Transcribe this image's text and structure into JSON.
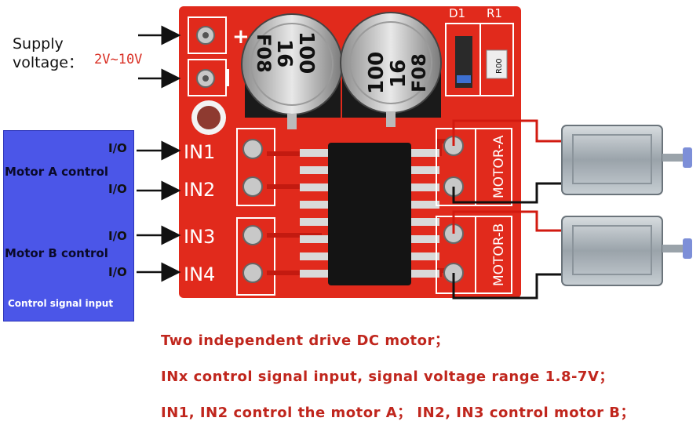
{
  "supply": {
    "line1": "Supply",
    "line2": "voltage：",
    "range": "2V~10V"
  },
  "board": {
    "power_plus": "+",
    "power_minus": "-",
    "inputs": [
      "IN1",
      "IN2",
      "IN3",
      "IN4"
    ],
    "motor_a": "MOTOR-A",
    "motor_b": "MOTOR-B",
    "d1": "D1",
    "r1": "R1",
    "resistor_code": "R00",
    "cap_lines": [
      "100",
      "16",
      "F08"
    ]
  },
  "control_panel": {
    "io": [
      "I/O",
      "I/O",
      "I/O",
      "I/O"
    ],
    "motor_a_control": "Motor A control",
    "motor_b_control": "Motor B control",
    "footer": "Control signal input"
  },
  "notes": [
    "Two independent drive DC motor；",
    "INx control signal input, signal voltage range 1.8-7V；",
    "IN1, IN2 control the motor A； IN2, IN3 control motor B；"
  ],
  "colors": {
    "board": "#e12a1c",
    "silk": "#ffffff",
    "panel": "#4b56e8",
    "note": "#c0261d"
  }
}
